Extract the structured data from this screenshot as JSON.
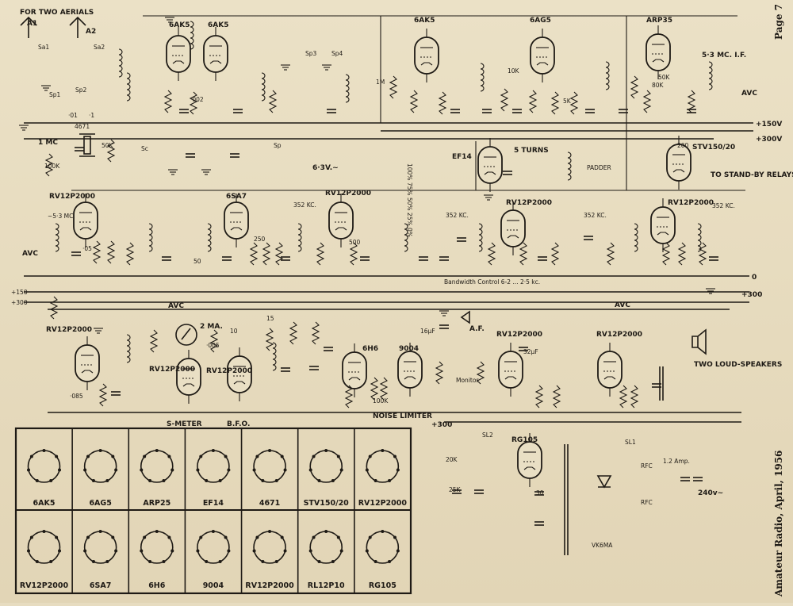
{
  "side_caption": "Amateur Radio, April, 1956",
  "page_label": "Page 7",
  "aerials_label": "FOR TWO AERIALS",
  "aerial_labels": [
    "A1",
    "A2"
  ],
  "switch_labels": [
    "Sa1",
    "Sa2",
    "Sp1",
    "Sp2",
    "Sp3",
    "Sp4",
    "Sc",
    "Sp",
    "SL2",
    "SL1"
  ],
  "tube_labels": [
    "6AK5",
    "6AK5",
    "6AK5",
    "6AG5",
    "ARP35",
    "EF14",
    "STV150/20",
    "RV12P2000",
    "6SA7",
    "RV12P2000",
    "RV12P2000",
    "RV12P2000",
    "RV12P2000",
    "RV12P2000",
    "RV12P2000",
    "6H6",
    "9004",
    "RV12P2000",
    "RV12P2000",
    "RG105"
  ],
  "block_labels": {
    "if_label": "5·3 MC. I.F.",
    "standby": "TO STAND-BY RELAYS.",
    "turns": "5 TURNS",
    "padder": "PADDER",
    "mc_label": "~5·3 MC",
    "kc_352": "352 KC.",
    "bandwidth": "Bandwidth Control 6-2 ... 2·5 kc.",
    "avc": "AVC",
    "af": "A.F.",
    "smeter": "S-METER",
    "bfo": "B.F.O.",
    "noise_limiter": "NOISE LIMITER",
    "loudspeakers": "TWO LOUD-SPEAKERS",
    "monitor": "Monitor",
    "ma2": "2 MA.",
    "heater": "6·3V.~",
    "mains": "240v~",
    "rfc": "RFC",
    "fuse": "1.2 Amp.",
    "vk": "VK6MA",
    "mc1": "1 MC",
    "dial": "100%  75%  50%  25%  0%"
  },
  "rail_labels": [
    "+150V",
    "+300V",
    "+150",
    "+300",
    "0",
    "+300",
    "+300"
  ],
  "component_values": [
    "100K",
    "50K",
    "1M",
    "10K",
    "5K",
    "80K",
    "200",
    "·01",
    "·1",
    "·05",
    "50",
    "250",
    "500",
    "·005",
    "16μF",
    "32μF",
    "·085",
    "4671",
    "·002",
    "10",
    "15",
    "20K",
    "25K",
    "30"
  ],
  "pinout_tubes": [
    "6AK5",
    "6AG5",
    "ARP25",
    "EF14",
    "4671",
    "STV150/20",
    "RV12P2000",
    "RV12P2000",
    "6SA7",
    "6H6",
    "9004",
    "RV12P2000",
    "RL12P10",
    "RG105"
  ]
}
